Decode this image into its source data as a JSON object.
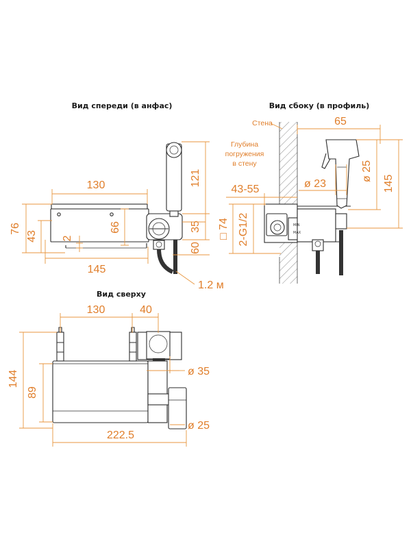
{
  "colors": {
    "dimension": "#e07e2a",
    "outline": "#2b2b2b",
    "background": "#ffffff"
  },
  "views": {
    "front": {
      "title": "Вид спереди (в анфас)",
      "dims": {
        "d130": "130",
        "d145": "145",
        "d76": "76",
        "d43": "43",
        "d66": "66",
        "d2": "2",
        "d121": "121",
        "d35": "35",
        "d60": "60",
        "hose": "1.2 м"
      }
    },
    "side": {
      "title": "Вид сбоку (в профиль)",
      "wall": "Стена",
      "depth_note": [
        "Глубина",
        "погружения",
        "в стену"
      ],
      "dims": {
        "d65": "65",
        "d43_55": "43-55",
        "d23": "ø 23",
        "d25": "ø 25",
        "d145": "145",
        "d74": "□ 74",
        "thread": "2-G1/2"
      },
      "body_marks": [
        "MIN",
        "MAX"
      ]
    },
    "top": {
      "title": "Вид сверху",
      "dims": {
        "d130": "130",
        "d40": "40",
        "d144": "144",
        "d89": "89",
        "d35": "ø 35",
        "d25": "ø 25",
        "d222": "222.5"
      }
    }
  }
}
